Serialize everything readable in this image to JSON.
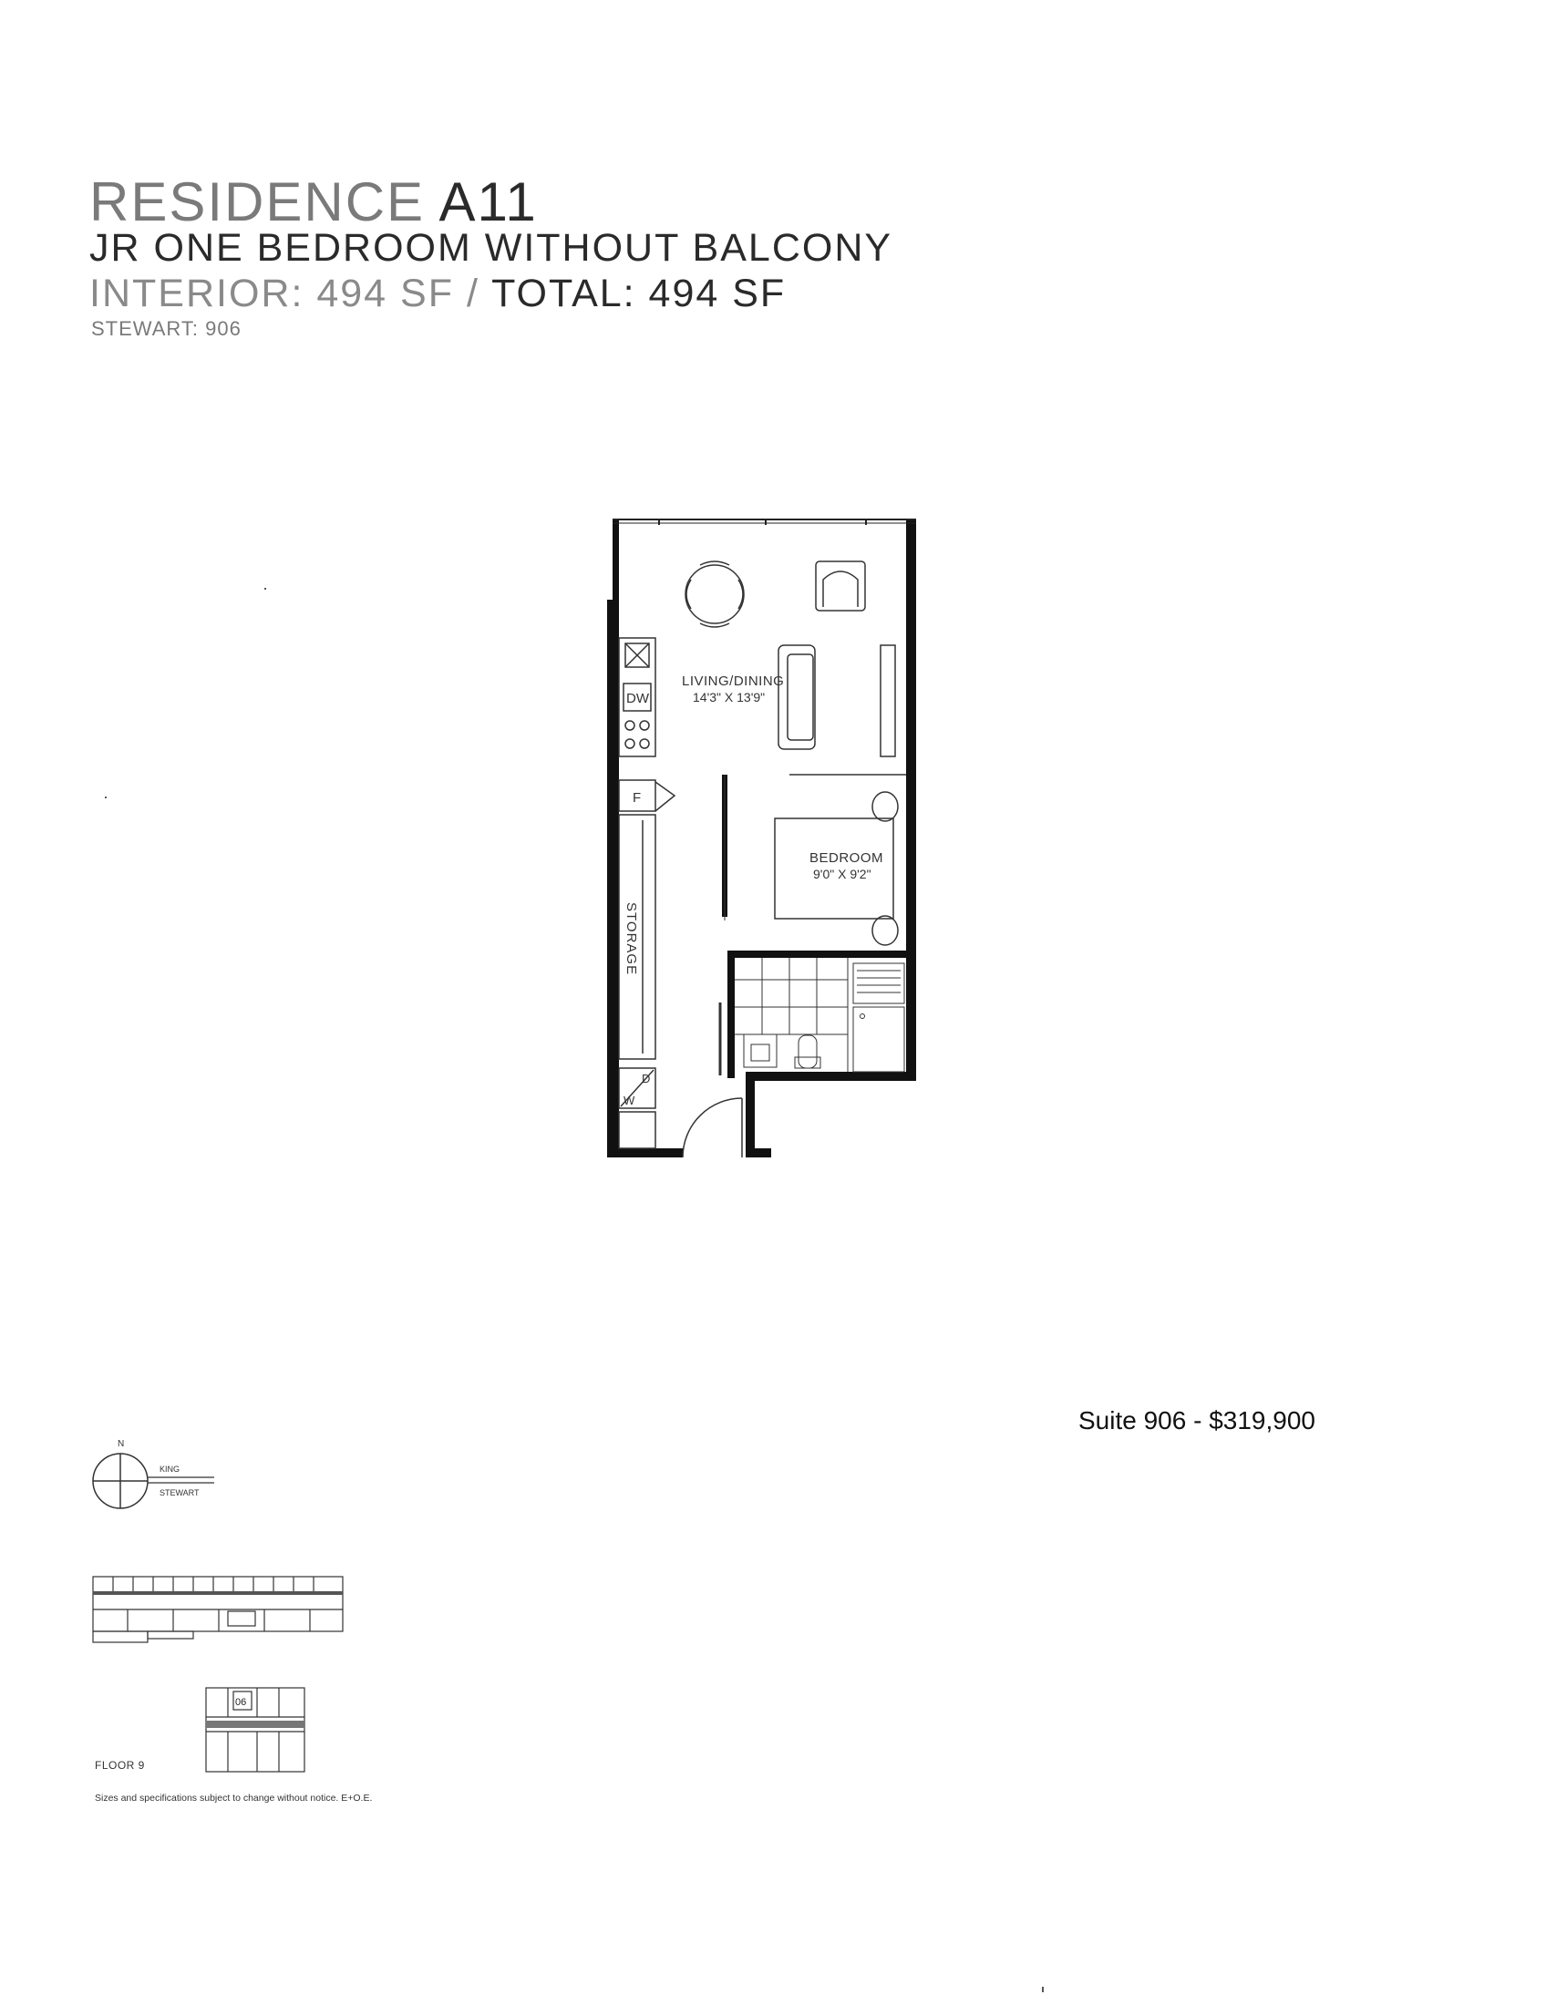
{
  "header": {
    "residence_prefix": "RESIDENCE",
    "residence_code": "A11",
    "unit_type": "JR ONE BEDROOM WITHOUT BALCONY",
    "interior_area": "INTERIOR: 494 SF",
    "separator": "/",
    "total_area": "TOTAL: 494 SF",
    "stewart_ref": "STEWART: 906"
  },
  "floorplan": {
    "rooms": [
      {
        "label": "LIVING/DINING",
        "dims": "14'3\" X 13'9\""
      },
      {
        "label": "BEDROOM",
        "dims": "9'0\" X 9'2\""
      }
    ],
    "labels": {
      "dishwasher": "DW",
      "fridge": "F",
      "storage": "STORAGE",
      "washer_dryer": "W",
      "washer_dryer_d": "D"
    }
  },
  "price": "Suite 906 - $319,900",
  "compass": {
    "north": "N",
    "street_top": "KING",
    "street_bottom": "STEWART"
  },
  "keyplan": {
    "unit_tag": "06",
    "floor_label": "FLOOR 9"
  },
  "disclaimer": "Sizes and specifications subject to change without notice. E+O.E."
}
